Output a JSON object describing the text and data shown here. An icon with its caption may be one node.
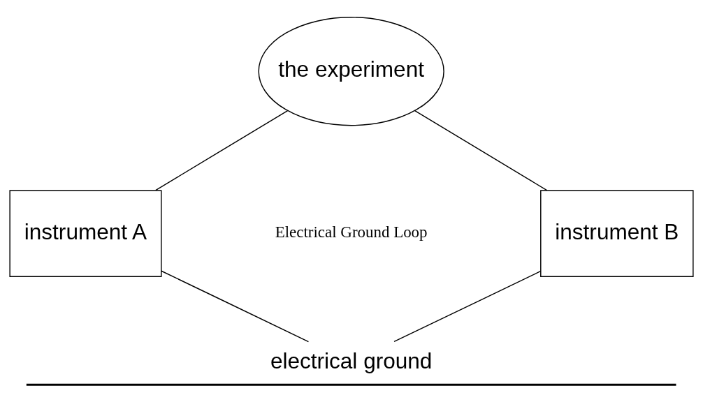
{
  "diagram": {
    "nodes": [
      {
        "text": [
          "the experiment"
        ]
      },
      {
        "text": [
          "instrument A"
        ]
      },
      {
        "text": [
          "instrument B"
        ]
      },
      {
        "text": [
          "electrical ground"
        ]
      }
    ],
    "edges": [
      {
        "from": 0,
        "to": 1,
        "arrow": "none"
      },
      {
        "from": 0,
        "to": 2,
        "arrow": "none"
      },
      {
        "from": 1,
        "to": 3,
        "arrow": "none"
      },
      {
        "from": 2,
        "to": 3,
        "arrow": "none"
      }
    ],
    "labels": [
      "Electrical Ground Loop"
    ]
  }
}
